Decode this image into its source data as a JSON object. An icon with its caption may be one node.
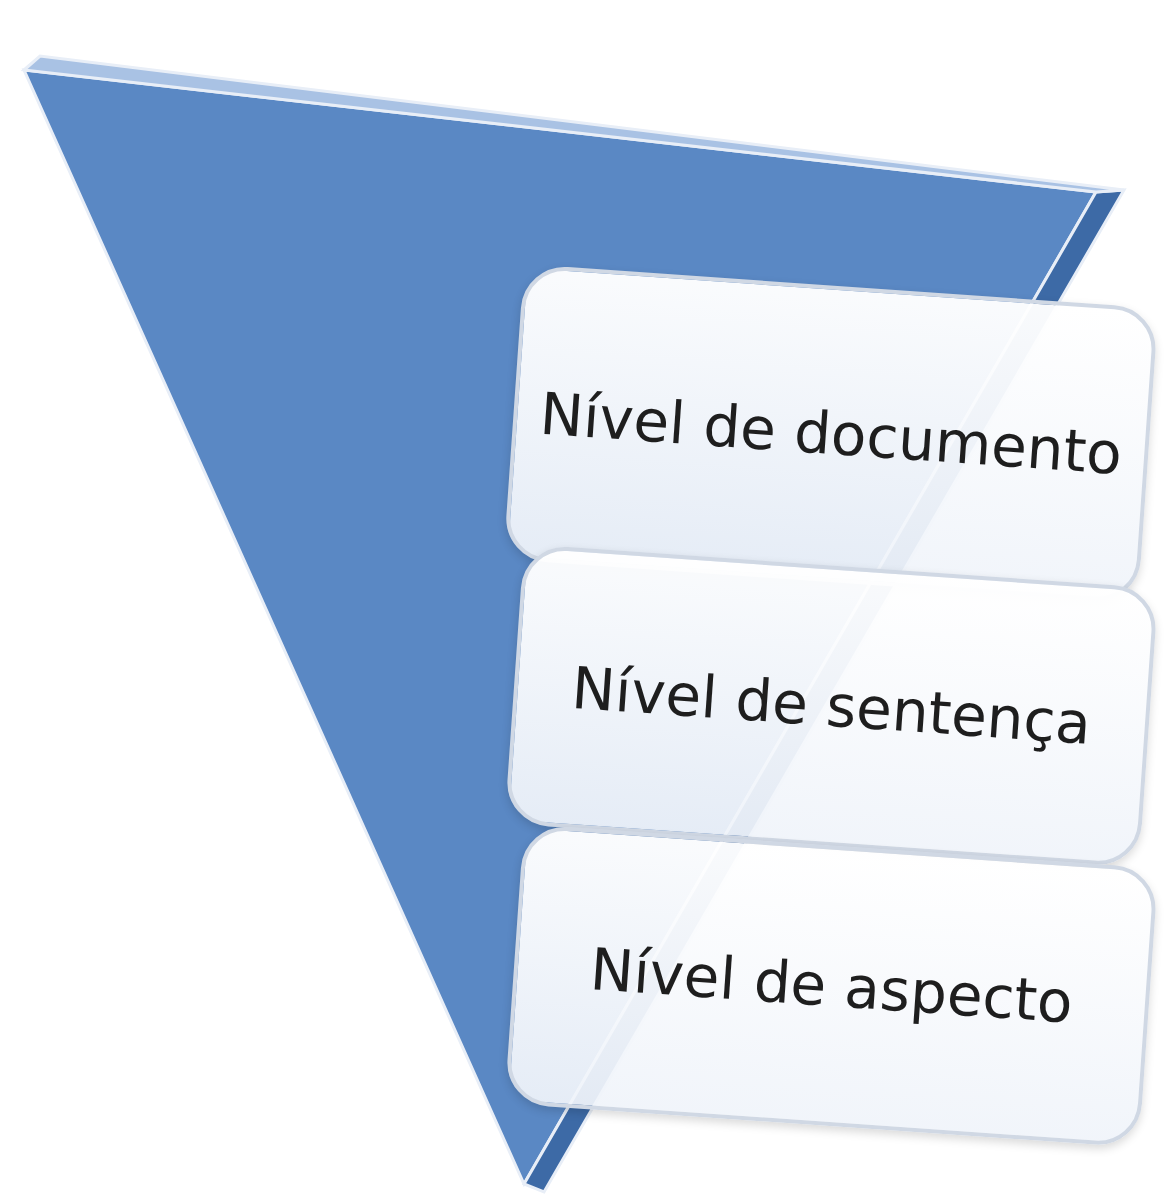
{
  "diagram": {
    "nodes": [
      {
        "text": [],
        "shape": "triangle"
      },
      {
        "text": [
          "Nível de documento"
        ]
      },
      {
        "text": [
          "Nível de sentença"
        ]
      },
      {
        "text": [
          "Nível de aspecto"
        ]
      }
    ]
  }
}
